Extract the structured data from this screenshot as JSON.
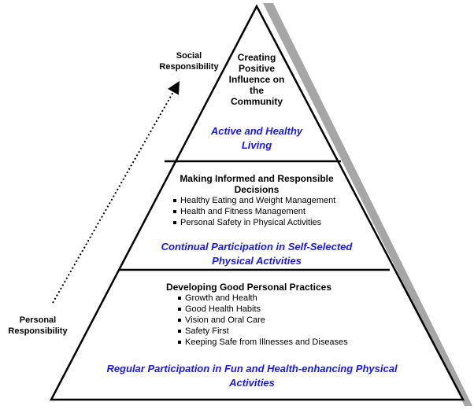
{
  "axis": {
    "top_label": "Social\nResponsibility",
    "bottom_label": "Personal\nResponsibility"
  },
  "tiers": {
    "top": {
      "heading": "Creating\nPositive\nInfluence on\nthe\nCommunity",
      "goal": "Active and Healthy\nLiving"
    },
    "middle": {
      "heading": "Making Informed and Responsible\nDecisions",
      "items": [
        "Healthy Eating and Weight Management",
        "Health and Fitness Management",
        "Personal Safety in Physical Activities"
      ],
      "goal": "Continual Participation in Self-Selected\nPhysical Activities"
    },
    "bottom": {
      "heading": "Developing Good Personal Practices",
      "items": [
        "Growth and Health",
        "Good Health Habits",
        "Vision and Oral Care",
        "Safety First",
        "Keeping Safe from Illnesses and Diseases"
      ],
      "goal": "Regular Participation in Fun and Health-enhancing Physical\nActivities"
    }
  },
  "colors": {
    "goal_text": "#1a1adf",
    "shadow": "#a6a6a6",
    "outline": "#000000"
  }
}
